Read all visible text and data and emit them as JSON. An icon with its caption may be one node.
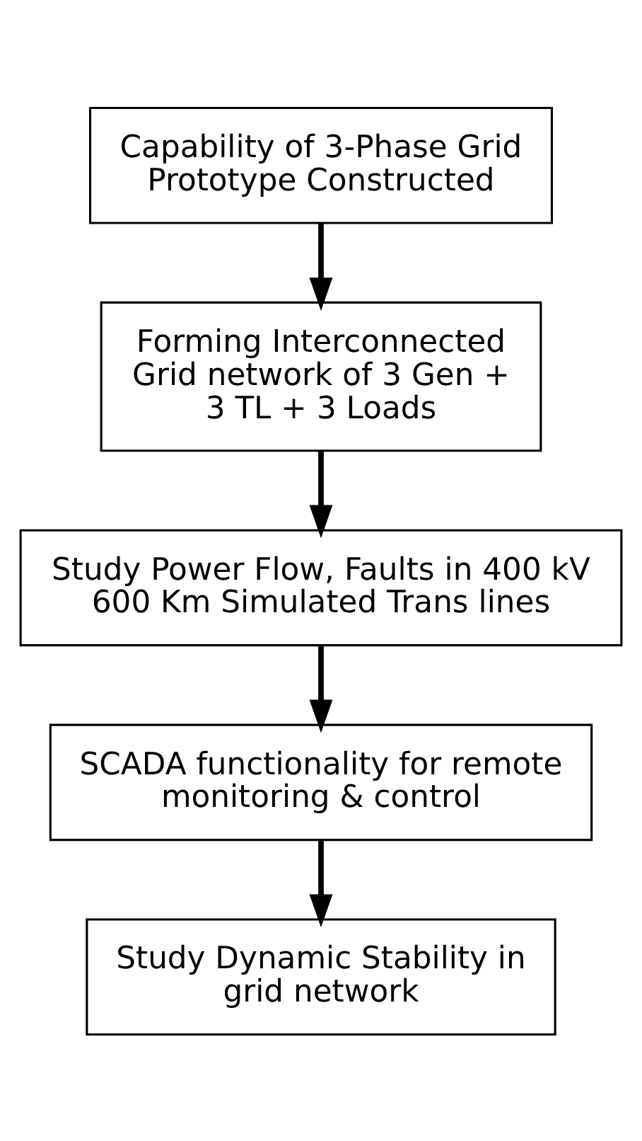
{
  "diagram": {
    "nodes": [
      {
        "text": [
          "Capability of 3-Phase Grid Prototype Constructed"
        ]
      },
      {
        "text": [
          "Forming Interconnected Grid network of 3 Gen + 3 TL + 3 Loads"
        ]
      },
      {
        "text": [
          "Study Power Flow, Faults in 400 kV 600 Km Simulated Trans lines"
        ]
      },
      {
        "text": [
          "SCADA functionality for remote monitoring & control"
        ]
      },
      {
        "text": [
          "Study Dynamic Stability in grid network"
        ]
      }
    ],
    "edges": [
      {
        "from": 0,
        "to": 1,
        "arrow": "to"
      },
      {
        "from": 1,
        "to": 2,
        "arrow": "to"
      },
      {
        "from": 2,
        "to": 3,
        "arrow": "to"
      },
      {
        "from": 3,
        "to": 4,
        "arrow": "to"
      }
    ]
  }
}
